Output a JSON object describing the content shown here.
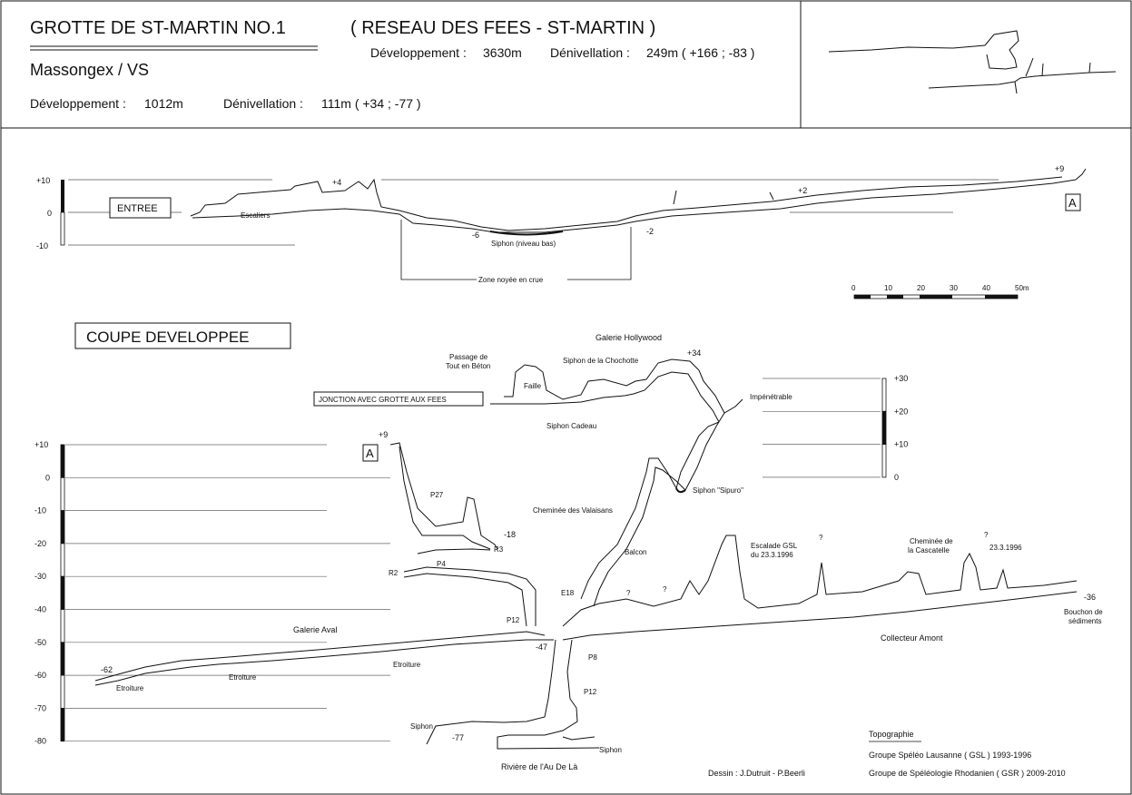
{
  "header": {
    "title": "GROTTE DE ST-MARTIN NO.1",
    "network_title": "( RESEAU DES FEES - ST-MARTIN )",
    "location": "Massongex / VS",
    "network_dev_label": "Développement :",
    "network_dev_value": "3630m",
    "network_den_label": "Dénivellation :",
    "network_den_value": "249m ( +166 ; -83 )",
    "cave_dev_label": "Développement :",
    "cave_dev_value": "1012m",
    "cave_den_label": "Dénivellation :",
    "cave_den_value": "111m ( +34 ; -77 )"
  },
  "upper": {
    "scale_top": "+10",
    "scale_mid": "0",
    "scale_bottom": "-10",
    "entree": "ENTREE",
    "escaliers": "Escaliers",
    "plus4": "+4",
    "plus2": "+2",
    "plus9": "+9",
    "marker_a": "A",
    "minus6": "-6",
    "minus2": "-2",
    "siphon_bas": "Siphon (niveau bas)",
    "zone_noyee": "Zone noyée en crue"
  },
  "scalebar": {
    "ticks": [
      "0",
      "10",
      "20",
      "30",
      "40",
      "50m"
    ]
  },
  "section": {
    "title": "COUPE DEVELOPPEE",
    "left_scale": [
      "+10",
      "0",
      "-10",
      "-20",
      "-30",
      "-40",
      "-50",
      "-60",
      "-70",
      "-80"
    ],
    "right_scale": [
      "+30",
      "+20",
      "+10",
      "0"
    ],
    "labels": {
      "galerie_hollywood": "Galerie Hollywood",
      "passage_1": "Passage de",
      "passage_2": "Tout en Béton",
      "siphon_chochotte": "Siphon de la Chochotte",
      "plus34": "+34",
      "faille": "Faille",
      "jonction": "JONCTION AVEC GROTTE AUX FEES",
      "impenetrable": "Impénétrable",
      "siphon_cadeau": "Siphon Cadeau",
      "marker_a": "A",
      "plus9": "+9",
      "p27": "P27",
      "minus18": "-18",
      "r3": "R3",
      "p4": "P4",
      "r2": "R2",
      "cheminee_valaisans": "Cheminée des Valaisans",
      "siphon_sipuro": "Siphon \"Sipuro\"",
      "balcon": "Balcon",
      "escalade_1": "Escalade GSL",
      "escalade_2": "du 23.3.1996",
      "cheminee_casc_1": "Cheminée de",
      "cheminee_casc_2": "la Cascatelle",
      "date_1996": "23.3.1996",
      "question": "?",
      "e18": "E18",
      "p12_upper": "P12",
      "minus36": "-36",
      "bouchon_1": "Bouchon de",
      "bouchon_2": "sédiments",
      "galerie_aval": "Galerie Aval",
      "minus47": "-47",
      "collecteur": "Collecteur Amont",
      "minus62": "-62",
      "etroiture": "Etroiture",
      "p8": "P8",
      "p12_lower": "P12",
      "siphon": "Siphon",
      "minus77": "-77",
      "riviere": "Rivière de l'Au De Là"
    }
  },
  "credits": {
    "topo_title": "Topographie",
    "topo_1": "Groupe Spéléo Lausanne ( GSL ) 1993-1996",
    "topo_2": "Groupe de Spéléologie Rhodanien ( GSR ) 2009-2010",
    "dessin": "Dessin : J.Dutruit - P.Beerli"
  }
}
